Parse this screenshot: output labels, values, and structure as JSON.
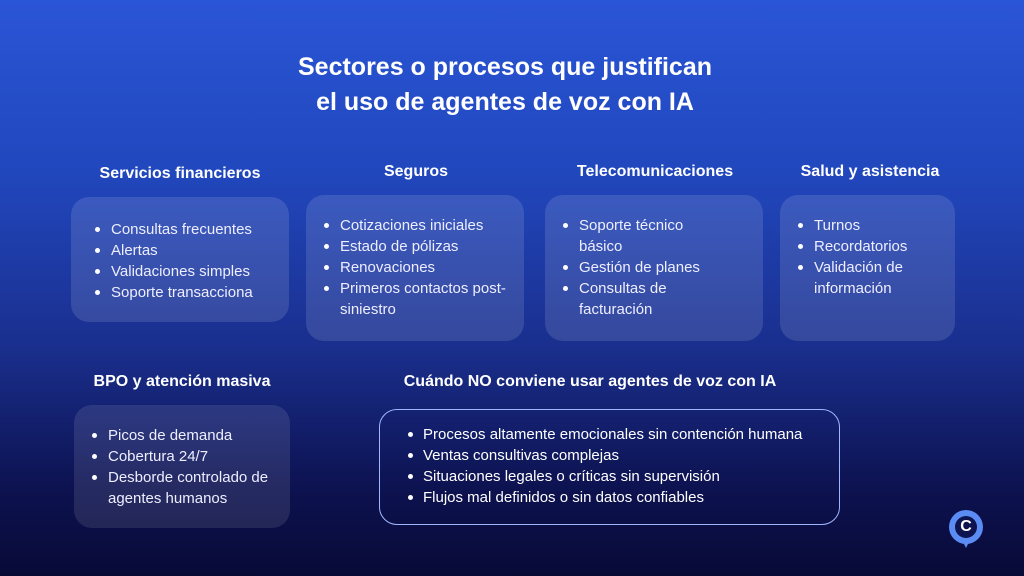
{
  "title": {
    "line1": "Sectores o procesos que justifican",
    "line2": "el uso de agentes de voz con IA"
  },
  "sections": [
    {
      "heading": "Servicios financieros",
      "items": [
        "Consultas frecuentes",
        "Alertas",
        "Validaciones simples",
        "Soporte transacciona"
      ]
    },
    {
      "heading": "Seguros",
      "items": [
        "Cotizaciones iniciales",
        "Estado de pólizas",
        "Renovaciones",
        "Primeros contactos post-siniestro"
      ]
    },
    {
      "heading": "Telecomunicaciones",
      "items": [
        "Soporte técnico básico",
        "Gestión de planes",
        "Consultas de facturación"
      ]
    },
    {
      "heading": "Salud y asistencia",
      "items": [
        "Turnos",
        "Recordatorios",
        "Validación de información"
      ]
    },
    {
      "heading": "BPO y atención masiva",
      "items": [
        "Picos de demanda",
        "Cobertura 24/7",
        "Desborde controlado de agentes humanos"
      ]
    }
  ],
  "not_recommended": {
    "heading": "Cuándo NO conviene usar agentes de voz con IA",
    "items": [
      "Procesos altamente emocionales sin contención humana",
      "Ventas consultivas complejas",
      "Situaciones legales o críticas sin supervisión",
      "Flujos mal definidos o sin datos confiables"
    ]
  },
  "logo": {
    "letter": "C"
  }
}
